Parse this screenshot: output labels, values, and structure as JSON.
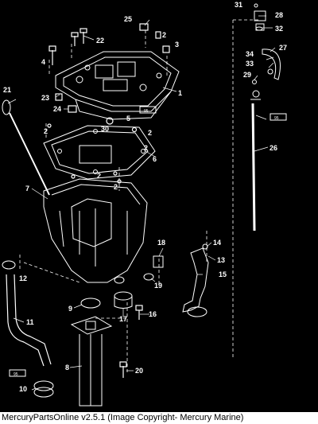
{
  "diagram": {
    "callouts": {
      "c1": "1",
      "c2a": "2",
      "c2b": "2",
      "c2c": "2",
      "c2d": "2",
      "c2e": "2",
      "c2f": "2",
      "c3": "3",
      "c4": "4",
      "c5": "5",
      "c6": "6",
      "c7": "7",
      "c8": "8",
      "c9": "9",
      "c10": "10",
      "c11": "11",
      "c12": "12",
      "c13": "13",
      "c14": "14",
      "c15": "15",
      "c16": "16",
      "c17": "17",
      "c18": "18",
      "c19": "19",
      "c20": "20",
      "c21": "21",
      "c22": "22",
      "c23": "23",
      "c24": "24",
      "c25": "25",
      "c26": "26",
      "c27": "27",
      "c28": "28",
      "c29": "29",
      "c30": "30",
      "c31": "31",
      "c32": "32",
      "c33": "33",
      "c34": "34"
    },
    "sealant_tube_label": "95"
  },
  "footer": {
    "text": "MercuryPartsOnline v2.5.1 (Image Copyright- Mercury Marine)"
  },
  "colors": {
    "background": "#000000",
    "line": "#ffffff",
    "footer_bg": "#ffffff",
    "footer_text": "#000000"
  }
}
